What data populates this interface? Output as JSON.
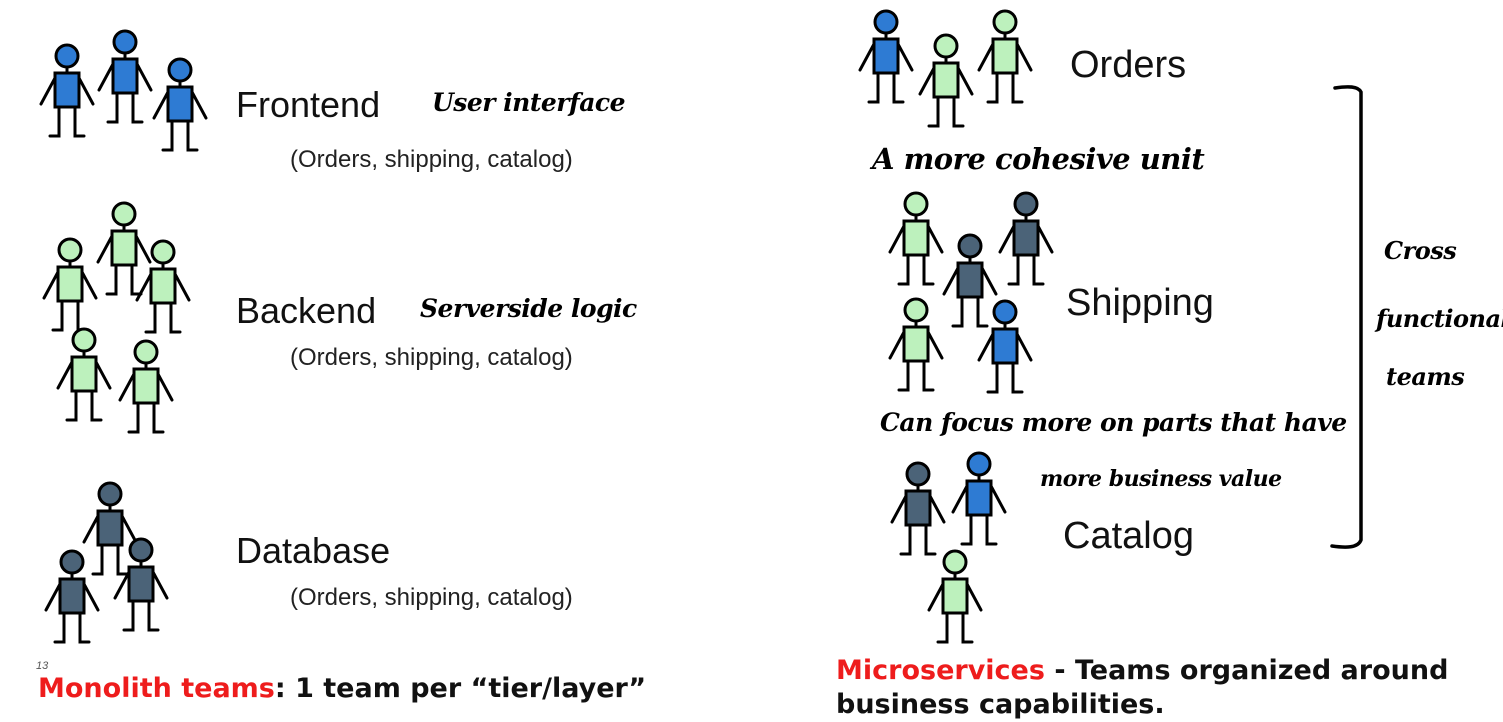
{
  "colors": {
    "frontend_blue": "#2e7bd3",
    "backend_green": "#bdf1bd",
    "database_gray": "#4b6378",
    "accent_red": "#ee1c1c"
  },
  "monolith": {
    "tiers": [
      {
        "name": "Frontend",
        "annotation": "User interface",
        "scope": "(Orders, shipping, catalog)"
      },
      {
        "name": "Backend",
        "annotation": "Serverside logic",
        "scope": "(Orders, shipping, catalog)"
      },
      {
        "name": "Database",
        "scope": "(Orders, shipping, catalog)"
      }
    ],
    "footer_highlight": "Monolith teams",
    "footer_rest": ":  1 team per “tier/layer”",
    "page_number": "13"
  },
  "microservices": {
    "teams": [
      {
        "name": "Orders"
      },
      {
        "name": "Shipping"
      },
      {
        "name": "Catalog"
      }
    ],
    "notes": {
      "cohesive": "A more cohesive unit",
      "focus_line1": "Can focus more on parts that have",
      "focus_line2": "more business value",
      "cross_line1": "Cross",
      "cross_line2": "functional",
      "cross_line3": "teams"
    },
    "footer_highlight": "Microservices",
    "footer_line1_rest": " - Teams organized around",
    "footer_line2": "business capabilities."
  }
}
